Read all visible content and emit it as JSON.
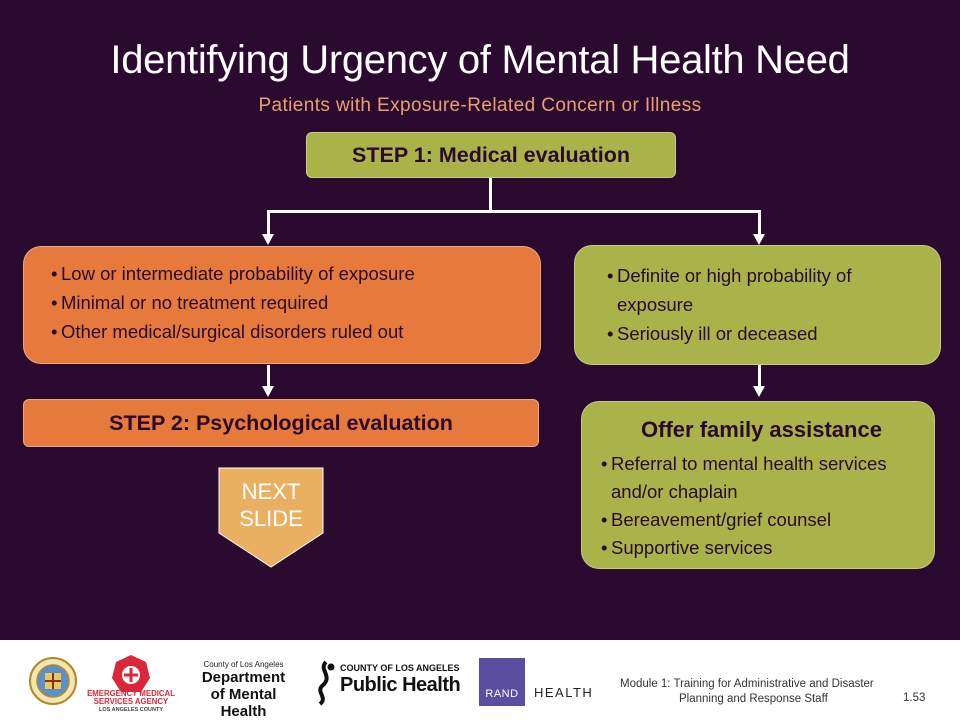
{
  "slide": {
    "title": "Identifying Urgency of Mental Health Need",
    "subtitle": "Patients with Exposure-Related Concern or Illness"
  },
  "flow": {
    "step1": "STEP 1: Medical evaluation",
    "left_branch": [
      "Low or intermediate probability of exposure",
      "Minimal or no treatment required",
      "Other medical/surgical disorders ruled out"
    ],
    "right_branch": [
      "Definite or high probability of exposure",
      "Seriously ill or deceased"
    ],
    "step2": "STEP 2: Psychological evaluation",
    "next_slide_line1": "NEXT",
    "next_slide_line2": "SLIDE",
    "family_title": "Offer family assistance",
    "family_items": [
      "Referral to mental health services and/or chaplain",
      "Bereavement/grief counsel",
      "Supportive services"
    ]
  },
  "colors": {
    "background": "#2b0a30",
    "green": "#aab24a",
    "orange": "#e57a3c",
    "subtitle": "#e8a070"
  },
  "footer": {
    "module_line1": "Module 1:  Training for Administrative and Disaster",
    "module_line2": "Planning and Response Staff",
    "slide_number": "1.53",
    "logos": {
      "ems_line1": "EMERGENCY MEDICAL",
      "ems_line2": "SERVICES AGENCY",
      "ems_line3": "LOS ANGELES COUNTY",
      "dmh_line1": "County of Los Angeles",
      "dmh_line2": "Department",
      "dmh_line3": "of Mental Health",
      "ph_line1": "COUNTY OF LOS ANGELES",
      "ph_line2": "Public Health",
      "rand": "RAND",
      "health": "HEALTH"
    }
  }
}
